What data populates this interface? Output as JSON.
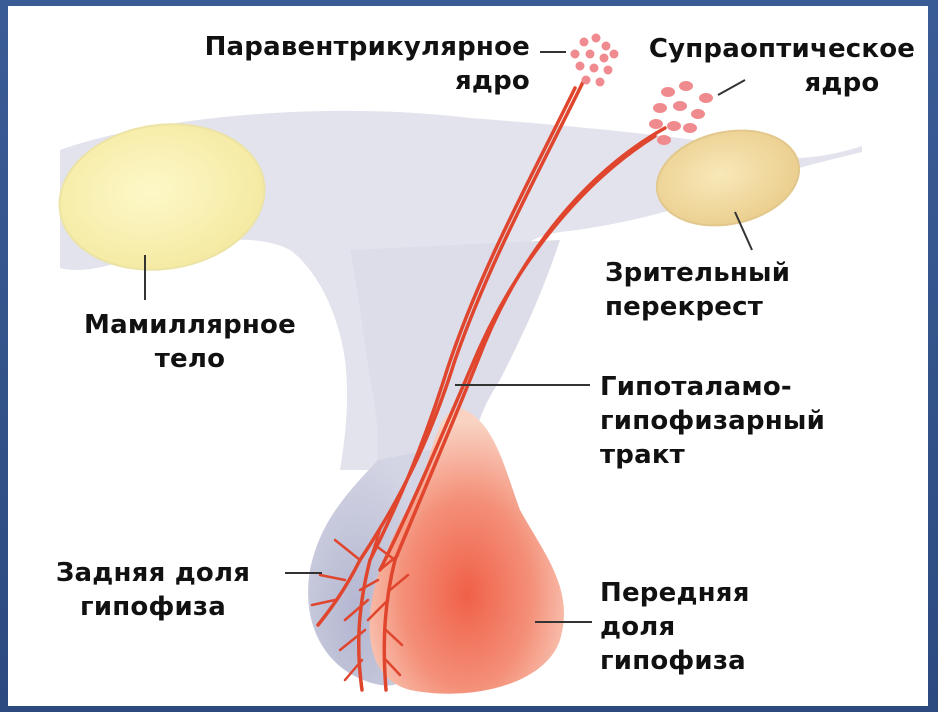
{
  "labels": {
    "paraventricular": {
      "line1": "Паравентрикулярное",
      "line2": "ядро"
    },
    "supraoptic": {
      "line1": "Супраоптическое",
      "line2": "ядро"
    },
    "mamillary": {
      "line1": "Мамиллярное",
      "line2": "тело"
    },
    "optic_chiasm": {
      "line1": "Зрительный",
      "line2": "перекрест"
    },
    "tract": {
      "line1": "Гипоталамо-",
      "line2": "гипофизарный",
      "line3": "тракт"
    },
    "posterior_lobe": {
      "line1": "Задняя доля",
      "line2": "гипофиза"
    },
    "anterior_lobe": {
      "line1": "Передняя",
      "line2": "доля",
      "line3": "гипофиза"
    }
  },
  "colors": {
    "background": "#2f4f86",
    "brain_tissue": "#dedfe9",
    "mamillary_body": "#faf2b2",
    "optic_chiasm": "#f3dfa8",
    "anterior_lobe": "#f27a62",
    "nerve_tract": "#e0452e",
    "nuclei": "#ef8a8f"
  }
}
